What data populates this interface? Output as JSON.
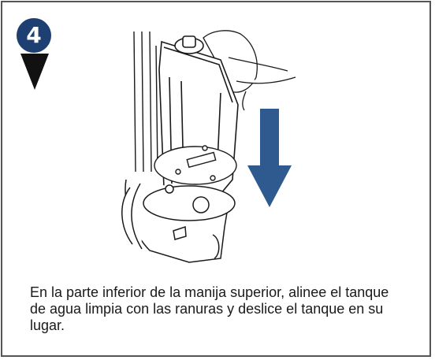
{
  "step": {
    "number": "4",
    "marker_icon": "down-triangle-icon"
  },
  "illustration": {
    "subject": "clean-water-tank-illustration",
    "arrow_icon": "down-arrow-icon",
    "arrow_color": "#2e5a8f"
  },
  "instruction": {
    "text": "En la parte inferior de la manija superior, alinee el tanque de agua limpia con las ranuras y deslice el tanque en su lugar."
  },
  "colors": {
    "badge": "#1d3f72",
    "border": "#555555"
  }
}
